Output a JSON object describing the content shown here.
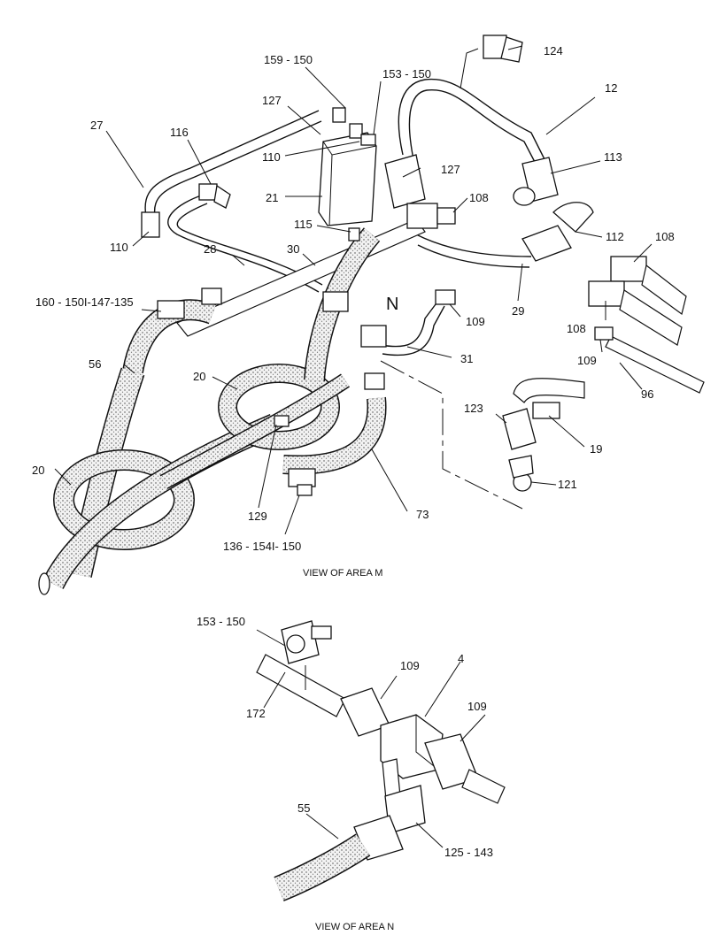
{
  "views": {
    "m": {
      "caption": "VIEW OF AREA  M",
      "callout_letter": "N",
      "labels": [
        "159 - 150",
        "153 - 150",
        "124",
        "12",
        "127",
        "27",
        "116",
        "110",
        "127",
        "113",
        "21",
        "108",
        "115",
        "110",
        "112",
        "108",
        "28",
        "30",
        "29",
        "160 - 150I-147-135",
        "109",
        "108",
        "56",
        "31",
        "109",
        "96",
        "20",
        "123",
        "19",
        "20",
        "121",
        "129",
        "73",
        "136 - 154I- 150"
      ]
    },
    "n": {
      "caption": "VIEW OF AREA  N",
      "labels": [
        "153 - 150",
        "109",
        "4",
        "109",
        "172",
        "55",
        "125 - 143"
      ]
    }
  }
}
